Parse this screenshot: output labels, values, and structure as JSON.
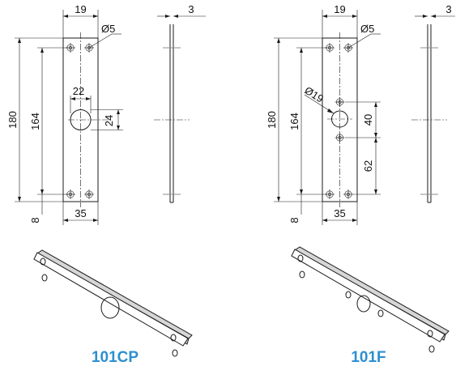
{
  "drawings": [
    {
      "model": "101CP",
      "dims": {
        "width": "19",
        "thickness": "3",
        "screw_hole": "Ø5",
        "length": "180",
        "hole_spacing": "164",
        "cutout_width": "22",
        "cutout_height": "24",
        "edge_offset": "8",
        "base_width": "35"
      }
    },
    {
      "model": "101F",
      "dims": {
        "width": "19",
        "thickness": "3",
        "screw_hole": "Ø5",
        "center_hole": "Ø19",
        "length": "180",
        "hole_spacing": "164",
        "upper_offset": "40",
        "lower_offset": "62",
        "edge_offset": "8",
        "base_width": "35"
      }
    }
  ],
  "colors": {
    "line": "#1a1a1a",
    "label": "#2d8fd0"
  }
}
